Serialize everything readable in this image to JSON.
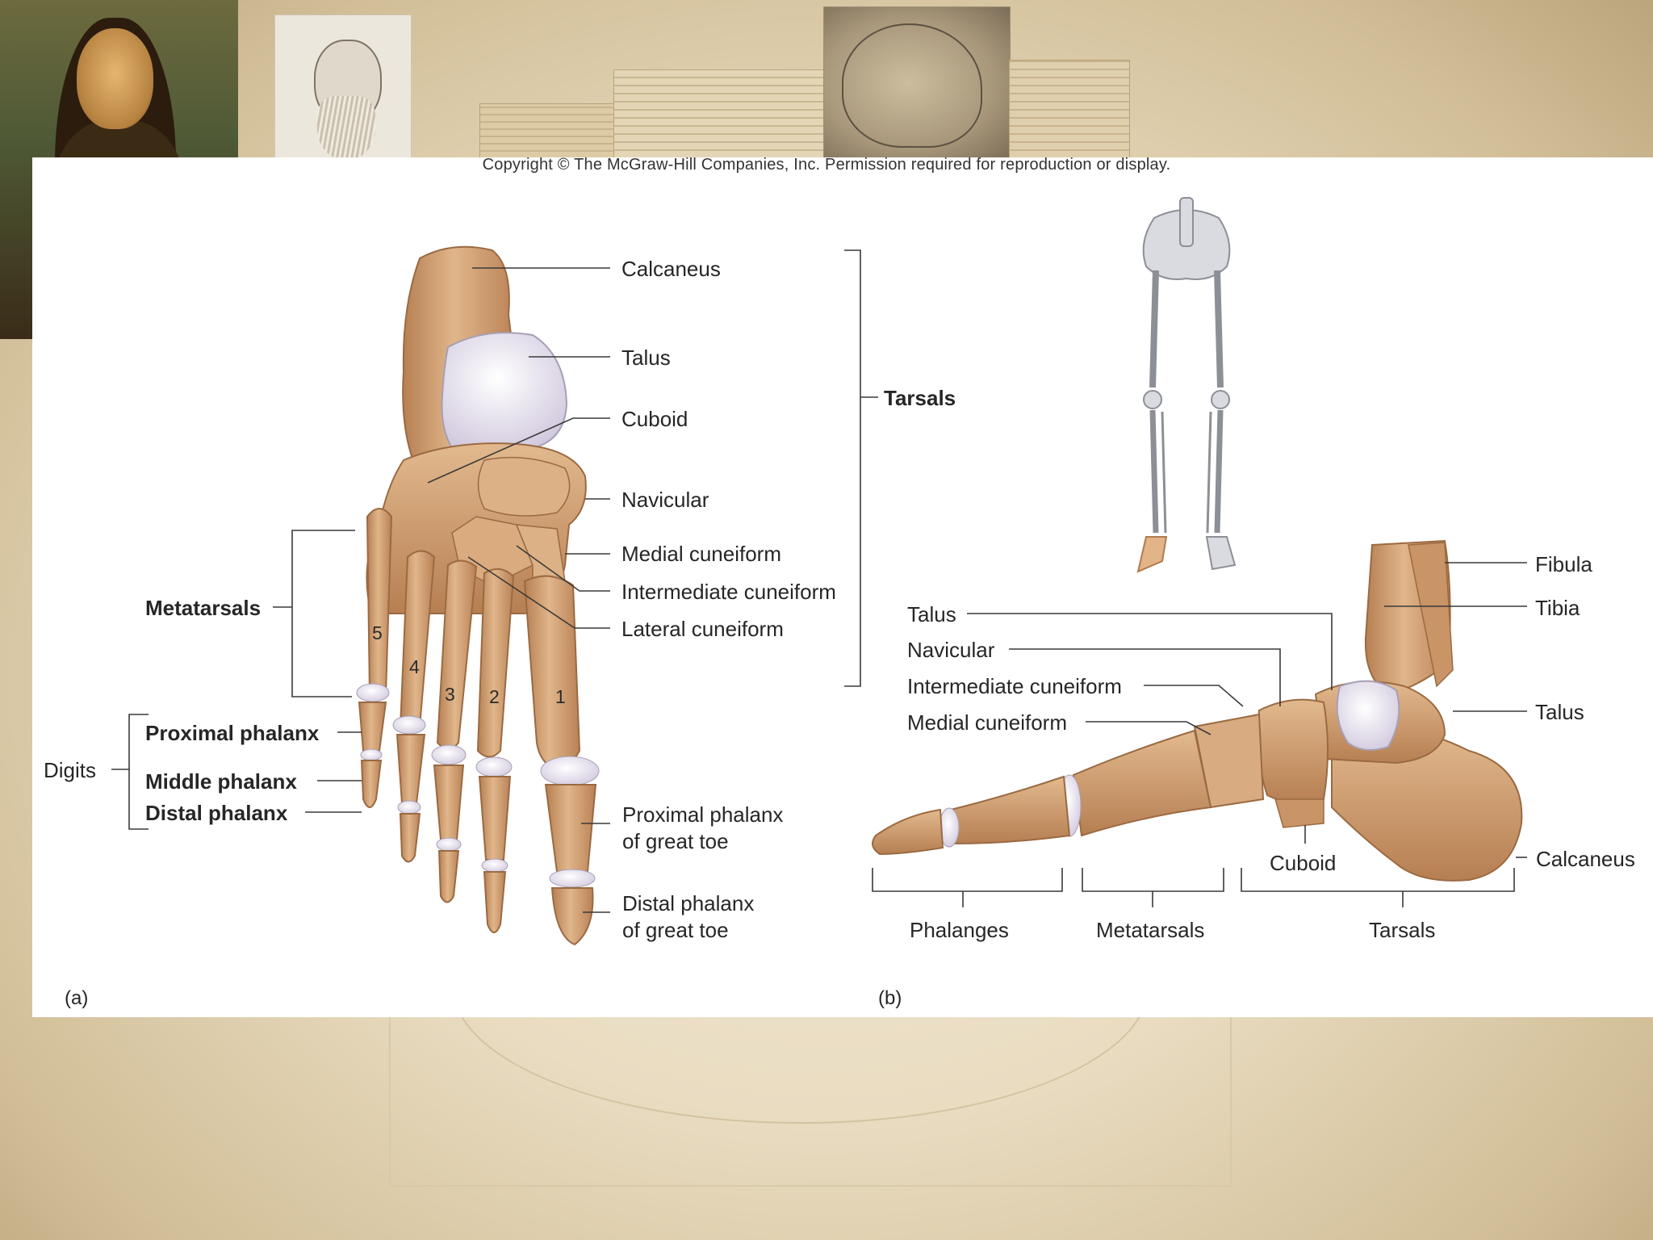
{
  "copyright": "Copyright © The McGraw-Hill Companies, Inc. Permission required for reproduction or display.",
  "figure_a": {
    "panel_label": "(a)",
    "labels": {
      "calcaneus": "Calcaneus",
      "talus": "Talus",
      "cuboid": "Cuboid",
      "navicular": "Navicular",
      "medial_cuneiform": "Medial cuneiform",
      "intermediate_cuneiform": "Intermediate cuneiform",
      "lateral_cuneiform": "Lateral cuneiform",
      "tarsals": "Tarsals",
      "metatarsals": "Metatarsals",
      "proximal_phalanx": "Proximal phalanx",
      "middle_phalanx": "Middle phalanx",
      "distal_phalanx": "Distal phalanx",
      "digits": "Digits",
      "proximal_phalanx_great_toe": "Proximal phalanx\nof great toe",
      "distal_phalanx_great_toe": "Distal phalanx\nof great toe"
    },
    "metatarsal_numbers": [
      "5",
      "4",
      "3",
      "2",
      "1"
    ]
  },
  "figure_b": {
    "panel_label": "(b)",
    "labels": {
      "fibula": "Fibula",
      "tibia": "Tibia",
      "talus_left": "Talus",
      "navicular": "Navicular",
      "intermediate_cuneiform": "Intermediate cuneiform",
      "medial_cuneiform": "Medial cuneiform",
      "talus_right": "Talus",
      "cuboid": "Cuboid",
      "calcaneus": "Calcaneus",
      "phalanges": "Phalanges",
      "metatarsals": "Metatarsals",
      "tarsals": "Tarsals"
    }
  },
  "colors": {
    "bone": "#d7a97b",
    "bone_shadow": "#b07b4f",
    "cartilage": "#e9e4ef",
    "leader_line": "#3a3a3a"
  }
}
